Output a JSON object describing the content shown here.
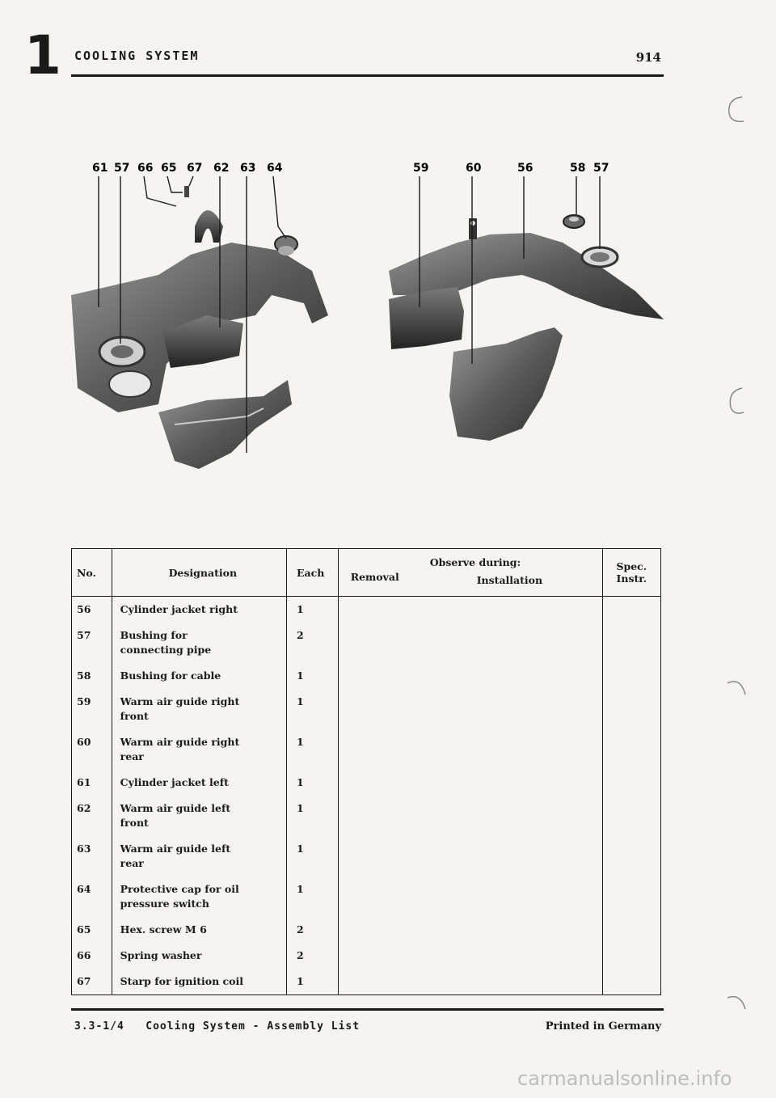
{
  "header": {
    "section_number": "1",
    "title": "COOLING SYSTEM",
    "model": "914"
  },
  "illustration": {
    "left_callouts": [
      "61",
      "57",
      "66",
      "65",
      "67",
      "62",
      "63",
      "64"
    ],
    "right_callouts": [
      "59",
      "60",
      "56",
      "58",
      "57"
    ]
  },
  "table": {
    "headers": {
      "no": "No.",
      "designation": "Designation",
      "each": "Each",
      "observe": "Observe during:",
      "removal": "Removal",
      "installation": "Installation",
      "spec_line1": "Spec.",
      "spec_line2": "Instr."
    },
    "rows": [
      {
        "no": "56",
        "designation": "Cylinder jacket right",
        "each": "1"
      },
      {
        "no": "57",
        "designation": "Bushing for connecting pipe",
        "each": "2"
      },
      {
        "no": "58",
        "designation": "Bushing for cable",
        "each": "1"
      },
      {
        "no": "59",
        "designation": "Warm air guide right front",
        "each": "1"
      },
      {
        "no": "60",
        "designation": "Warm air guide right rear",
        "each": "1"
      },
      {
        "no": "61",
        "designation": "Cylinder jacket left",
        "each": "1"
      },
      {
        "no": "62",
        "designation": "Warm air guide left front",
        "each": "1"
      },
      {
        "no": "63",
        "designation": "Warm air guide left rear",
        "each": "1"
      },
      {
        "no": "64",
        "designation": "Protective cap for oil pressure switch",
        "each": "1"
      },
      {
        "no": "65",
        "designation": "Hex. screw M 6",
        "each": "2"
      },
      {
        "no": "66",
        "designation": "Spring washer",
        "each": "2"
      },
      {
        "no": "67",
        "designation": "Starp for ignition coil",
        "each": "1"
      }
    ]
  },
  "footer": {
    "reference": "3.3-1/4   Cooling System - Assembly List",
    "printed": "Printed in Germany"
  },
  "watermark": "carmanualsonline.info"
}
